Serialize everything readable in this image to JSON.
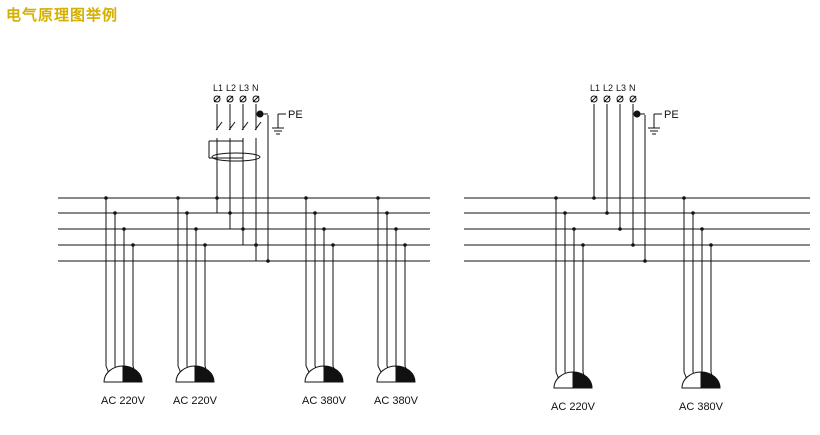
{
  "page": {
    "title": "电气原理图举例"
  },
  "colors": {
    "title": "#d4b000",
    "line": "#111111"
  },
  "left_diagram": {
    "terminals": [
      "L1",
      "L2",
      "L3",
      "N"
    ],
    "pe_label": "PE",
    "loads": [
      {
        "label": "AC 220V"
      },
      {
        "label": "AC 220V"
      },
      {
        "label": "AC 380V"
      },
      {
        "label": "AC 380V"
      }
    ]
  },
  "right_diagram": {
    "terminals": [
      "L1",
      "L2",
      "L3",
      "N"
    ],
    "pe_label": "PE",
    "loads": [
      {
        "label": "AC 220V"
      },
      {
        "label": "AC 380V"
      }
    ]
  }
}
